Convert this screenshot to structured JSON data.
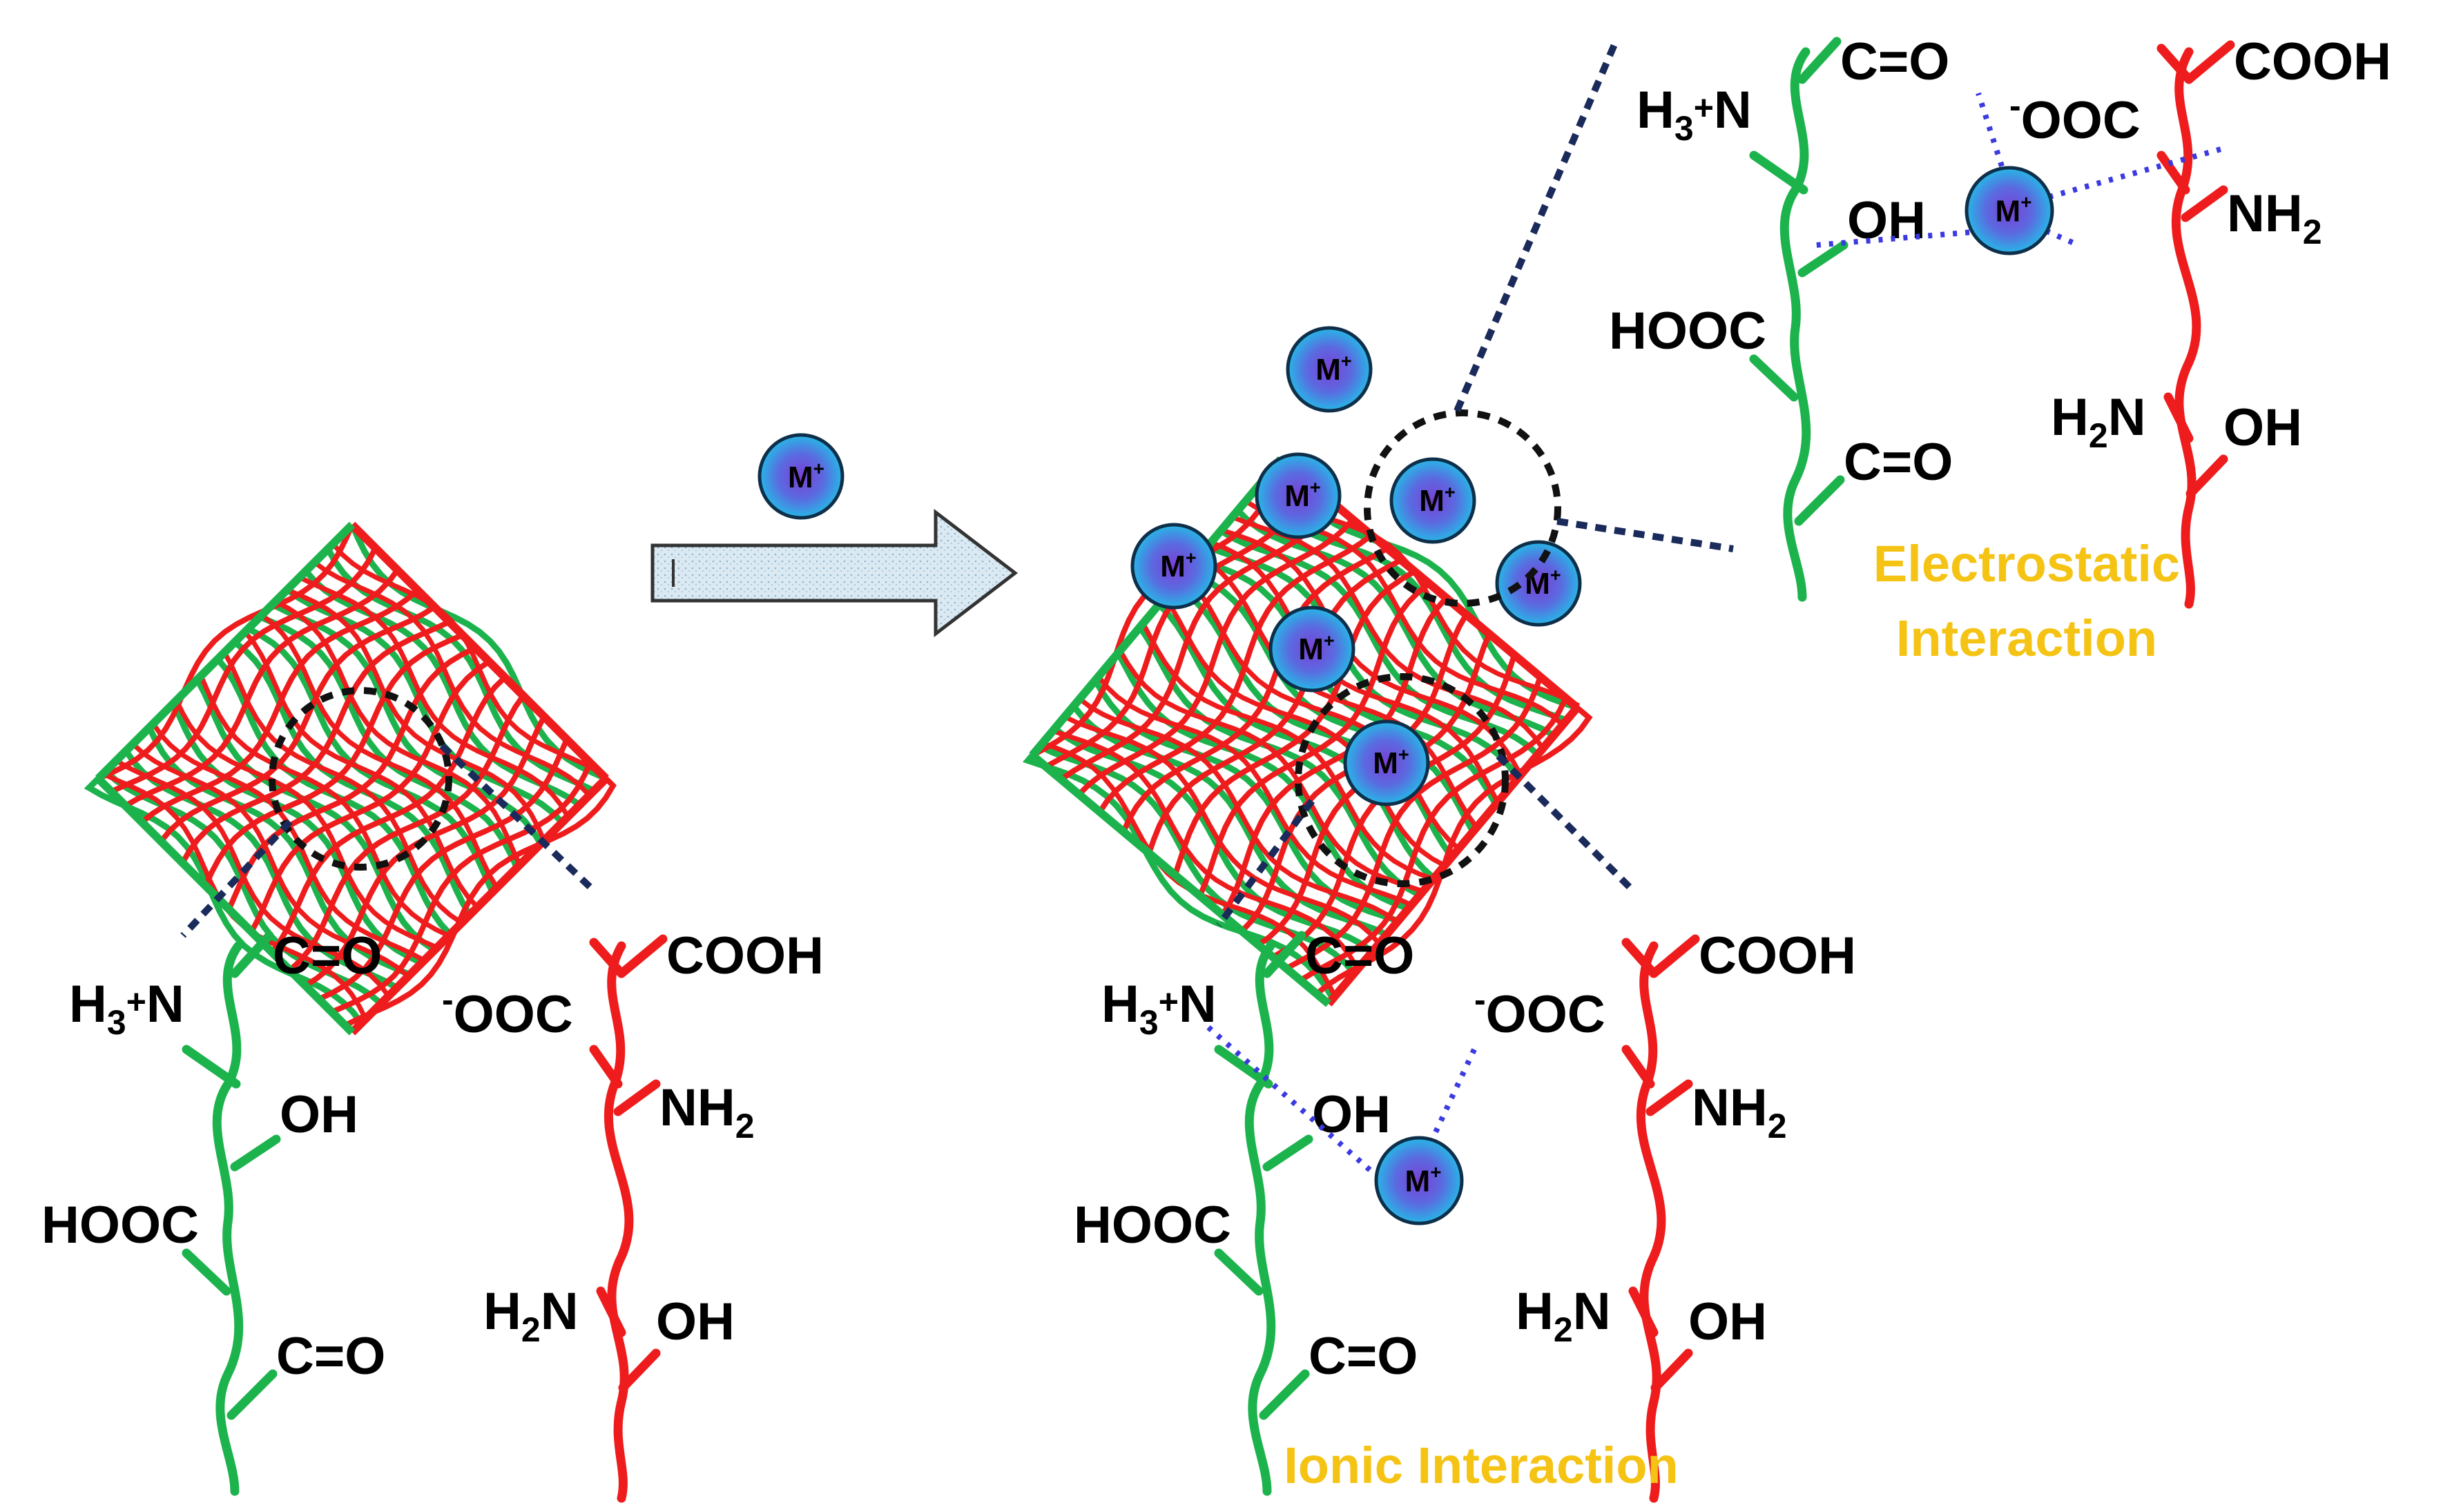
{
  "colors": {
    "chain_a": "#1cb34d",
    "chain_b": "#ee1c1c",
    "ion_fill_center": "#7a3fd6",
    "ion_fill_edge": "#27b6e6",
    "interaction_dots": "#3a3ae0",
    "zoom_lines": "#1a2a5a",
    "caption": "#f5c313",
    "arrow_fill": "#cfe3ee"
  },
  "icons": {
    "metal_ion": "sphere-icon",
    "process_arrow": "right-arrow-icon"
  },
  "ion": {
    "base": "M",
    "charge": "+"
  },
  "groups": {
    "green_chain": [
      "C=O",
      "H3+N",
      "OH",
      "HOOC",
      "C=O"
    ],
    "red_chain": [
      "COOH",
      "-OOC",
      "NH2",
      "H2N",
      "OH"
    ],
    "text": {
      "co": "C=O",
      "h3n_pre": "H",
      "h3n_sub": "3",
      "h3n_sup": "+",
      "h3n_post": "N",
      "oh": "OH",
      "hooc": "HOOC",
      "cooh": "COOH",
      "ooc_sup": "-",
      "ooc_post": "OOC",
      "nh2_pre": "NH",
      "nh2_sub": "2",
      "h2n_pre": "H",
      "h2n_sub": "2",
      "h2n_post": "N"
    }
  },
  "captions": {
    "ionic": "Ionic Interaction",
    "electrostatic_line1": "Electrostatic",
    "electrostatic_line2": "Interaction"
  }
}
